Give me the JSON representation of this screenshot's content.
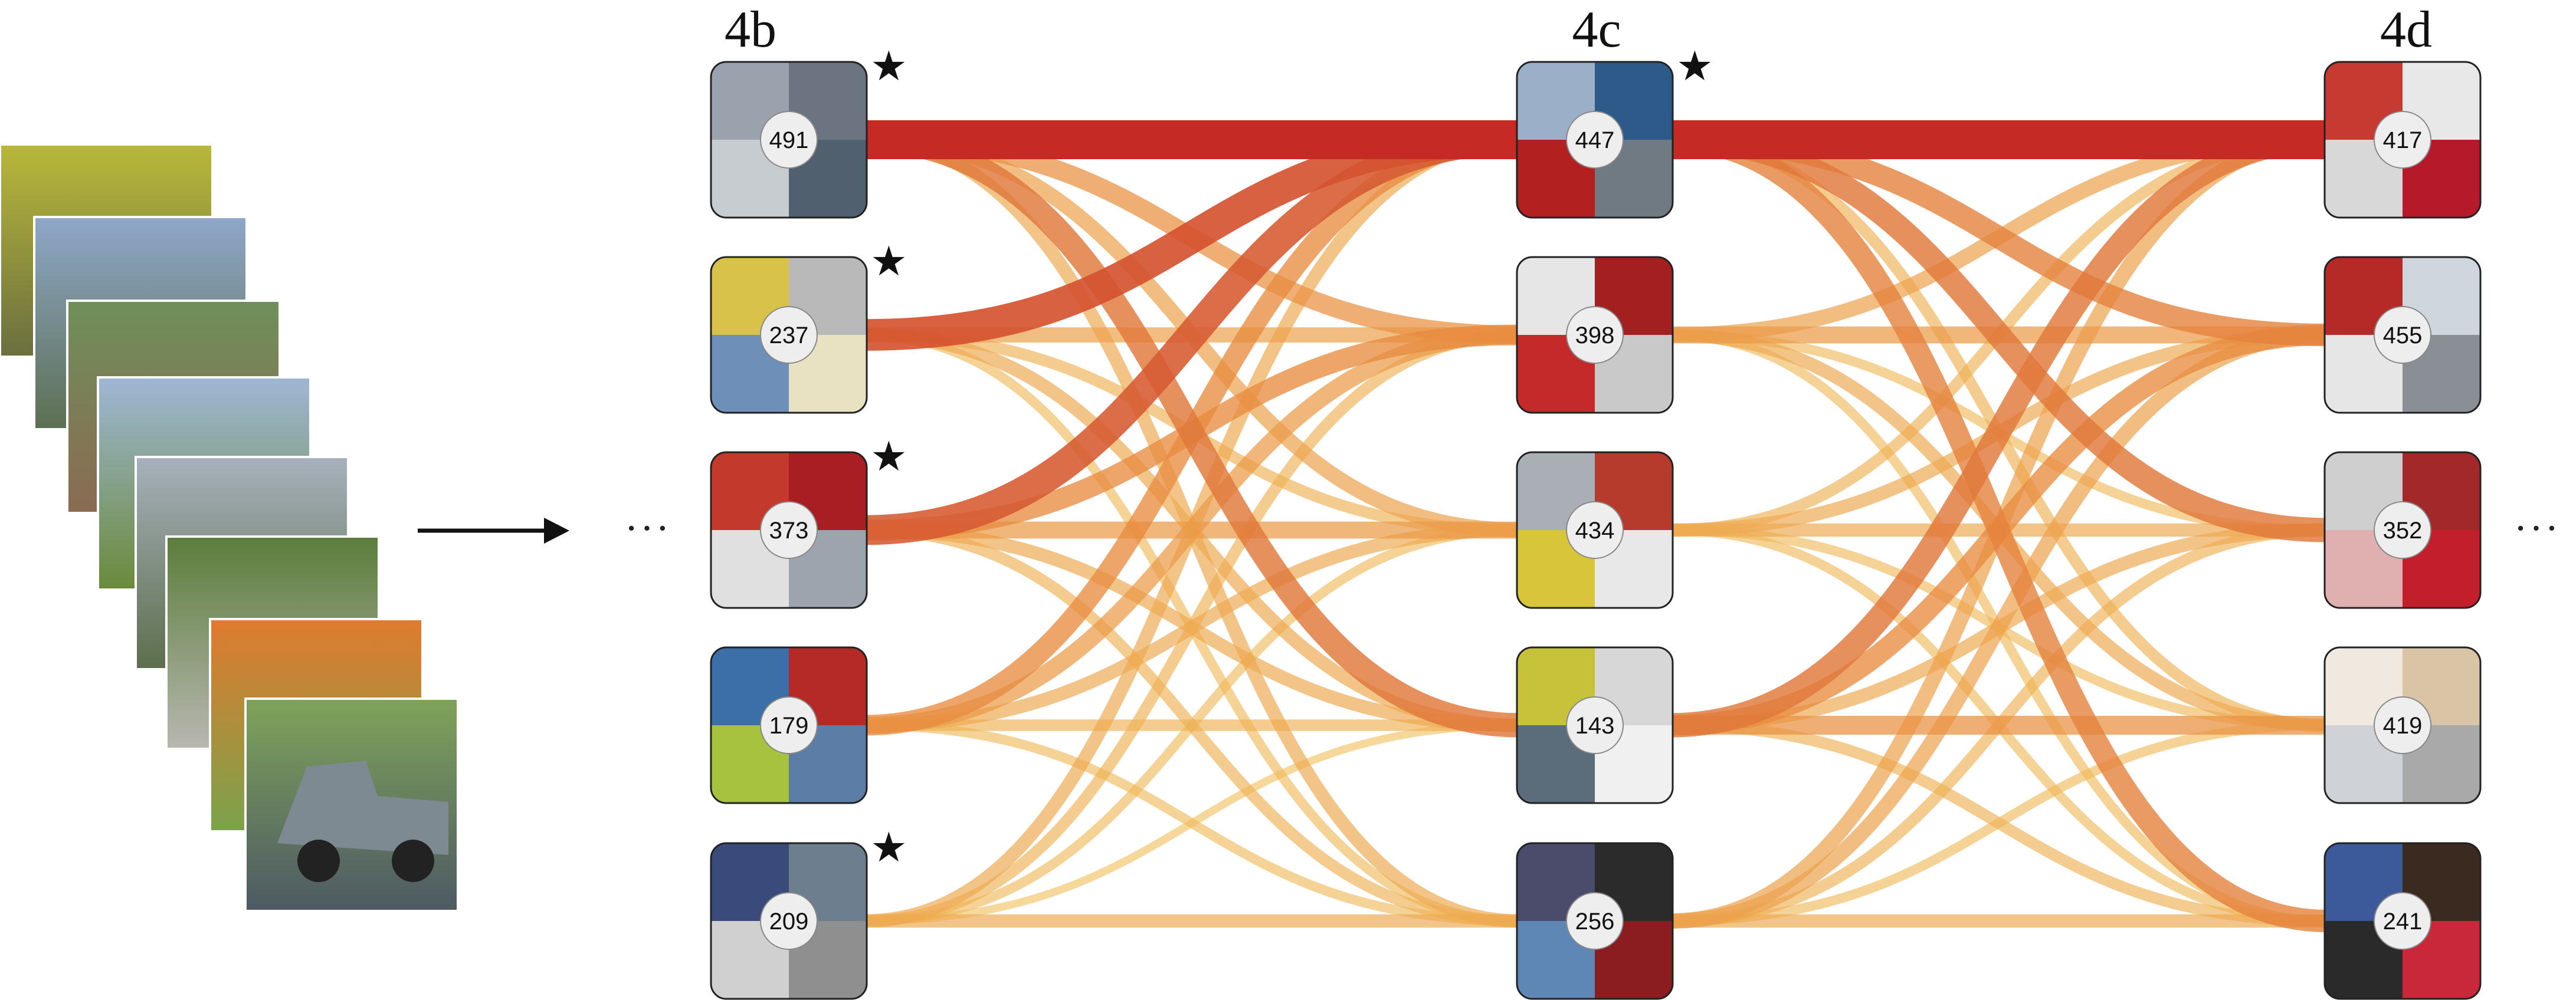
{
  "layers": [
    {
      "label": "4b",
      "neurons": [
        {
          "id": "491",
          "starred": true
        },
        {
          "id": "237",
          "starred": true
        },
        {
          "id": "373",
          "starred": true
        },
        {
          "id": "179",
          "starred": false
        },
        {
          "id": "209",
          "starred": true
        }
      ]
    },
    {
      "label": "4c",
      "neurons": [
        {
          "id": "447",
          "starred": true
        },
        {
          "id": "398",
          "starred": false
        },
        {
          "id": "434",
          "starred": false
        },
        {
          "id": "143",
          "starred": false
        },
        {
          "id": "256",
          "starred": false
        }
      ]
    },
    {
      "label": "4d",
      "neurons": [
        {
          "id": "417",
          "starred": false
        },
        {
          "id": "455",
          "starred": false
        },
        {
          "id": "352",
          "starred": false
        },
        {
          "id": "419",
          "starred": false
        },
        {
          "id": "241",
          "starred": false
        }
      ]
    }
  ],
  "ellipsis": "···",
  "star_glyph": "★",
  "edges_4b_4c": [
    [
      1.0,
      0.45,
      0.35,
      0.6,
      0.3
    ],
    [
      0.8,
      0.35,
      0.25,
      0.3,
      0.2
    ],
    [
      0.75,
      0.5,
      0.4,
      0.3,
      0.25
    ],
    [
      0.5,
      0.4,
      0.3,
      0.25,
      0.2
    ],
    [
      0.3,
      0.25,
      0.2,
      0.15,
      0.3
    ]
  ],
  "edges_4c_4d": [
    [
      1.0,
      0.55,
      0.6,
      0.25,
      0.55
    ],
    [
      0.35,
      0.4,
      0.2,
      0.3,
      0.2
    ],
    [
      0.25,
      0.3,
      0.3,
      0.2,
      0.2
    ],
    [
      0.6,
      0.5,
      0.3,
      0.45,
      0.25
    ],
    [
      0.35,
      0.35,
      0.25,
      0.2,
      0.3
    ]
  ],
  "input_stack": {
    "count": 8
  },
  "colors": {
    "strong": "#c62a24",
    "weak": "#f5d66a",
    "node_border": "#222222",
    "badge": "#eeeeee"
  }
}
